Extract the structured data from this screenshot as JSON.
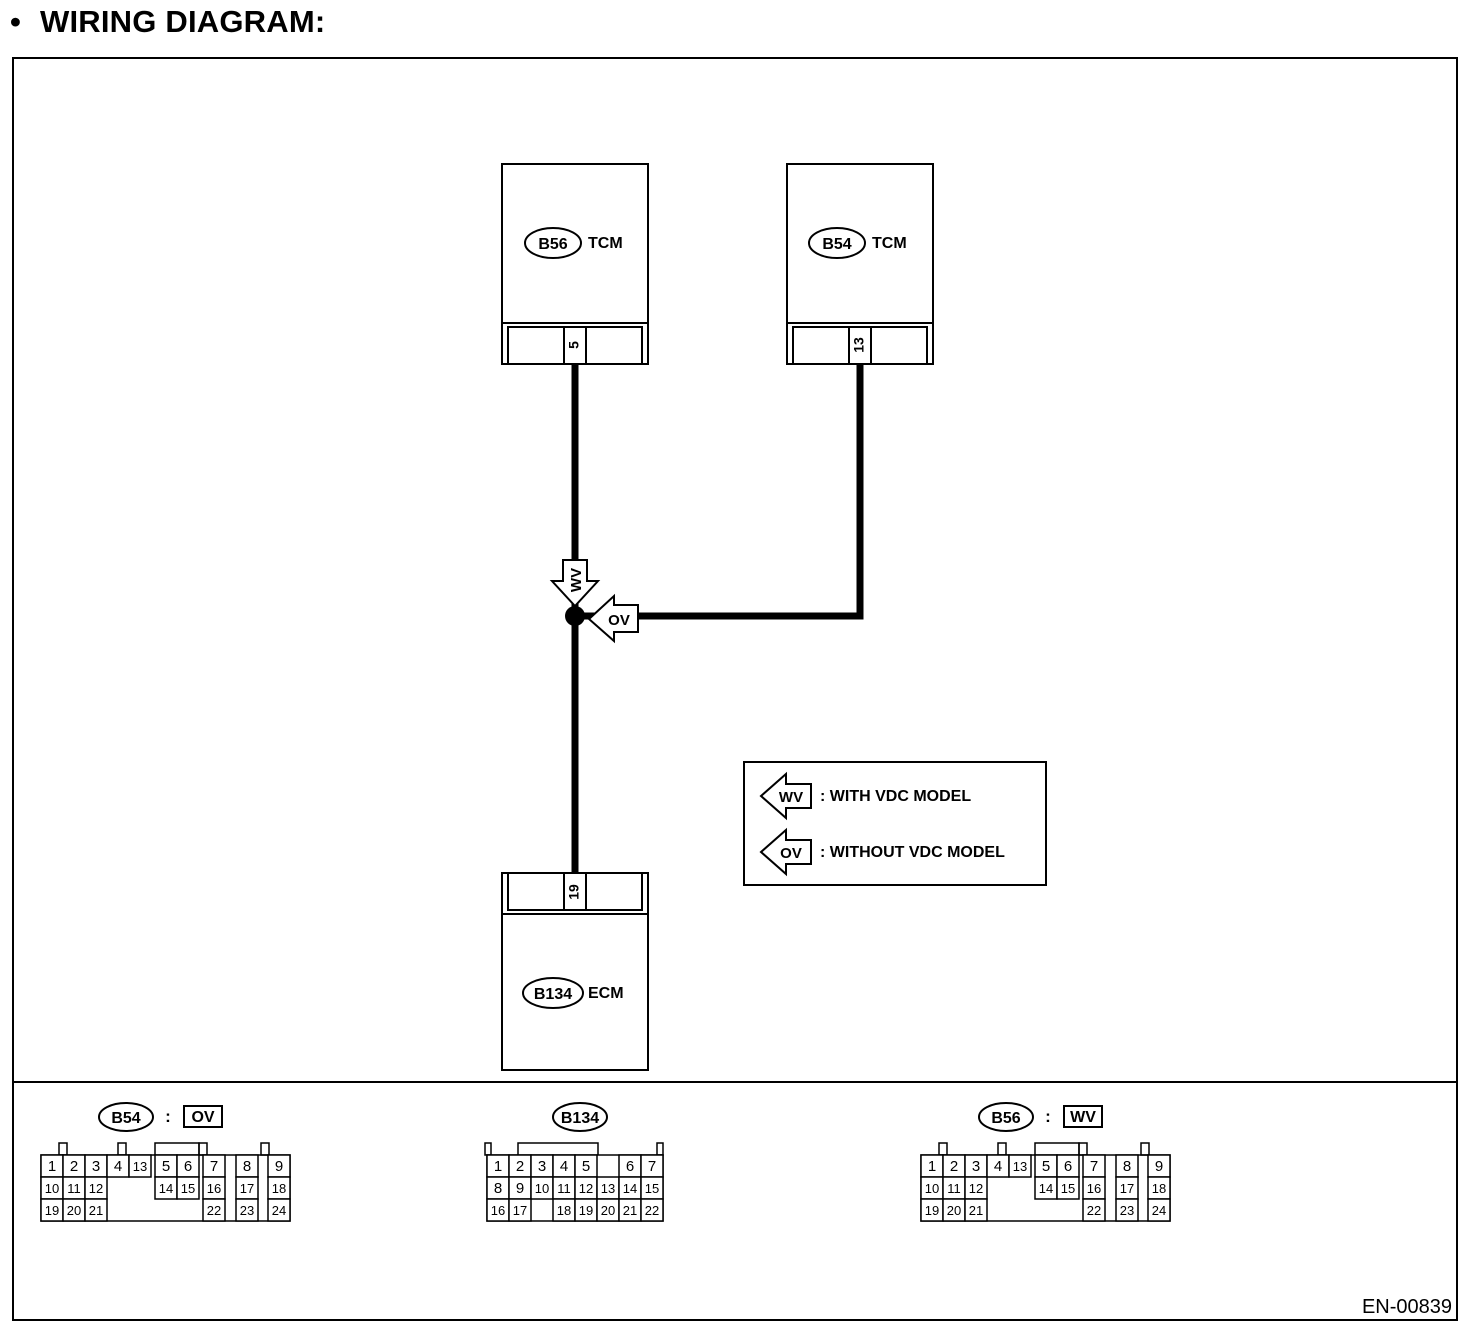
{
  "heading": "WIRING DIAGRAM:",
  "figure_code": "EN-00839",
  "components": {
    "tcm_b56": {
      "connector": "B56",
      "name": "TCM",
      "pin": "5"
    },
    "tcm_b54": {
      "connector": "B54",
      "name": "TCM",
      "pin": "13"
    },
    "ecm_b134": {
      "connector": "B134",
      "name": "ECM",
      "pin": "19"
    }
  },
  "branch_marks": {
    "with_vdc": "WV",
    "without_vdc": "OV"
  },
  "legend": [
    {
      "code": "WV",
      "text": ": WITH VDC MODEL"
    },
    {
      "code": "OV",
      "text": ": WITHOUT VDC MODEL"
    }
  ],
  "connector_views": [
    {
      "id": "B54",
      "separator": ":",
      "variant": "OV",
      "rows": [
        [
          "1",
          "2",
          "3",
          "4",
          "13",
          "5",
          "6",
          "7",
          "8",
          "9"
        ],
        [
          "10",
          "11",
          "12",
          "",
          "",
          "14",
          "15",
          "16",
          "17",
          "18"
        ],
        [
          "19",
          "20",
          "21",
          "",
          "",
          "",
          "",
          "22",
          "23",
          "24"
        ]
      ]
    },
    {
      "id": "B134",
      "rows": [
        [
          "1",
          "2",
          "3",
          "4",
          "5",
          "",
          "6",
          "7"
        ],
        [
          "8",
          "9",
          "10",
          "11",
          "12",
          "13",
          "14",
          "15"
        ],
        [
          "16",
          "17",
          "",
          "18",
          "19",
          "20",
          "21",
          "22"
        ]
      ]
    },
    {
      "id": "B56",
      "separator": ":",
      "variant": "WV",
      "rows": [
        [
          "1",
          "2",
          "3",
          "4",
          "13",
          "5",
          "6",
          "7",
          "8",
          "9"
        ],
        [
          "10",
          "11",
          "12",
          "",
          "",
          "14",
          "15",
          "16",
          "17",
          "18"
        ],
        [
          "19",
          "20",
          "21",
          "",
          "",
          "",
          "",
          "22",
          "23",
          "24"
        ]
      ]
    }
  ]
}
